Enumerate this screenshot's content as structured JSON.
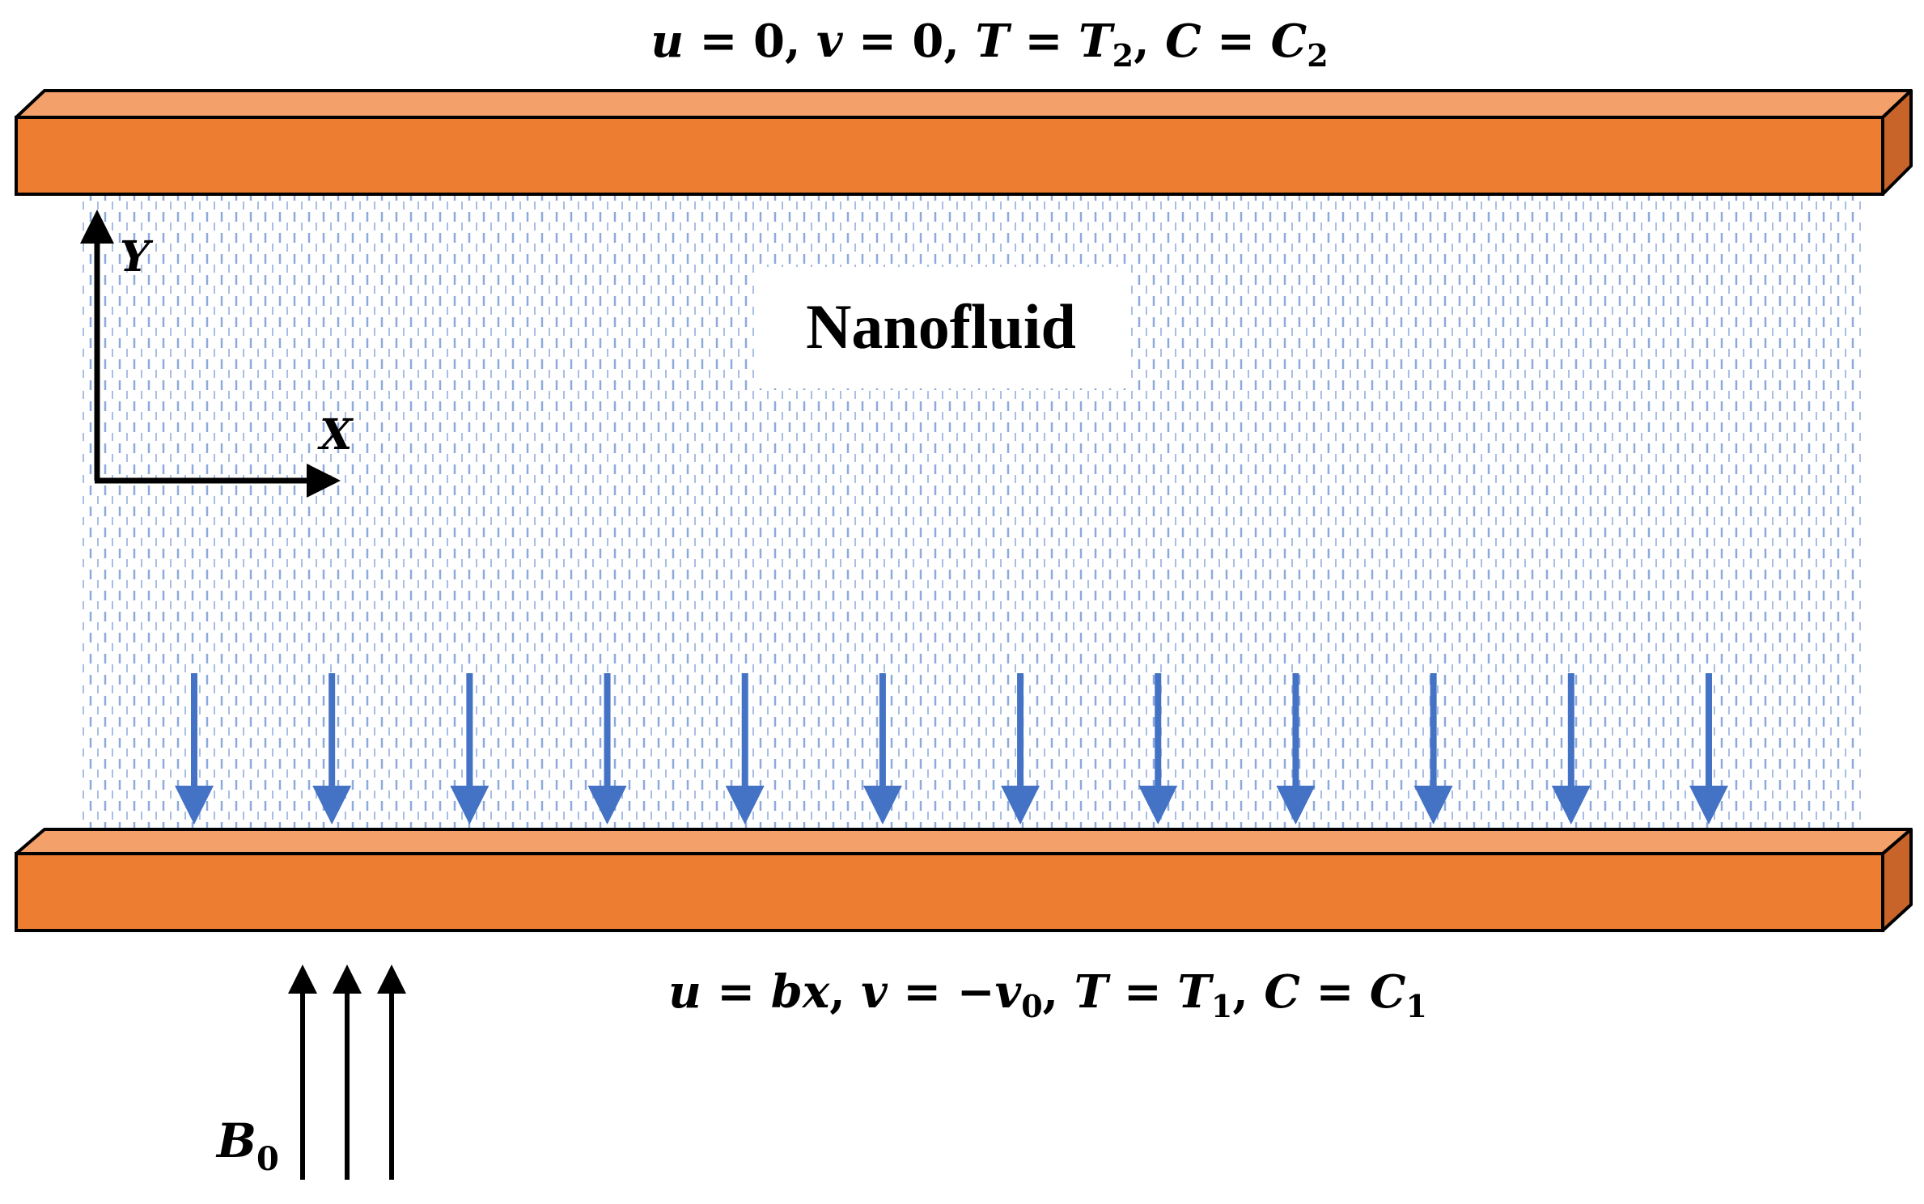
{
  "top_condition": {
    "u_var": "u",
    "u_val": "0",
    "v_var": "v",
    "v_val": "0",
    "T_var": "T",
    "T_val": "T",
    "T_sub": "2",
    "C_var": "C",
    "C_val": "C",
    "C_sub": "2"
  },
  "bottom_condition": {
    "u_var": "u",
    "u_val": "bx",
    "v_var": "v",
    "v_val": "−v",
    "v_sub": "0",
    "T_var": "T",
    "T_val": "T",
    "T_sub": "1",
    "C_var": "C",
    "C_val": "C",
    "C_sub": "1"
  },
  "region_label": "Nanofluid",
  "axes": {
    "x_label": "X",
    "y_label": "Y"
  },
  "field": {
    "symbol": "B",
    "sub": "0",
    "arrow_count": 3
  },
  "suction_arrow_count": 12,
  "colors": {
    "plate_front": "#ED7D31",
    "plate_top": "#F4A06A",
    "plate_side": "#C8642A",
    "plate_edge": "#000000",
    "suction_arrow": "#4472C4",
    "fluid_dash": "#8EAADB"
  }
}
